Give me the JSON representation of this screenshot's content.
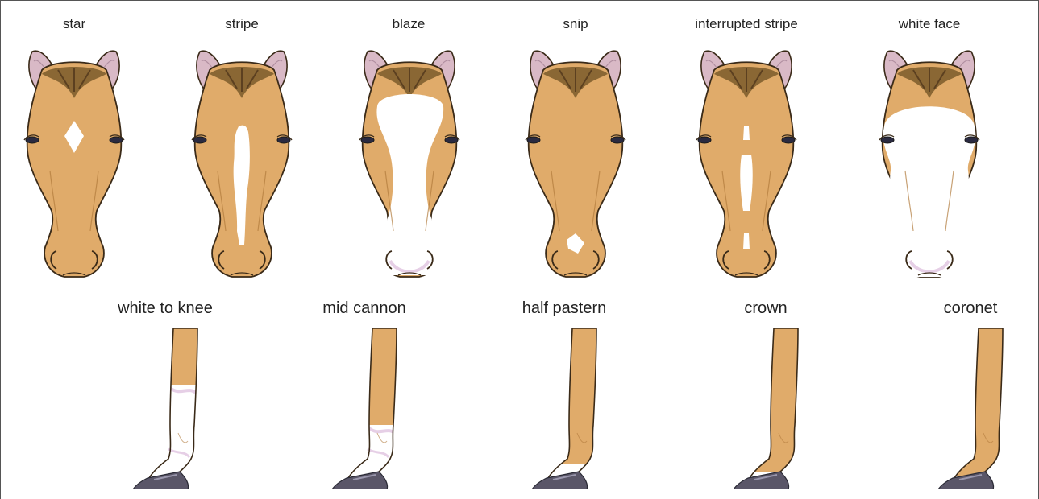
{
  "face_markings": [
    {
      "label": "star",
      "marking": "star"
    },
    {
      "label": "stripe",
      "marking": "stripe"
    },
    {
      "label": "blaze",
      "marking": "blaze"
    },
    {
      "label": "snip",
      "marking": "snip"
    },
    {
      "label": "interrupted stripe",
      "marking": "interrupted-stripe"
    },
    {
      "label": "white face",
      "marking": "white-face"
    }
  ],
  "leg_markings": [
    {
      "label": "white to knee",
      "level": "knee"
    },
    {
      "label": "mid cannon",
      "level": "mid-cannon"
    },
    {
      "label": "half pastern",
      "level": "half-pastern"
    },
    {
      "label": "crown",
      "level": "crown"
    },
    {
      "label": "coronet",
      "level": "coronet"
    }
  ],
  "colors": {
    "coat": "#e0ab6a",
    "coat_dark": "#b07a3c",
    "mane": "#7a5a2a",
    "ear_inner": "#d9b9c6",
    "white": "#ffffff",
    "white_shadow": "#e6cfe6",
    "hoof": "#5a5668",
    "outline": "#3a2a18"
  }
}
